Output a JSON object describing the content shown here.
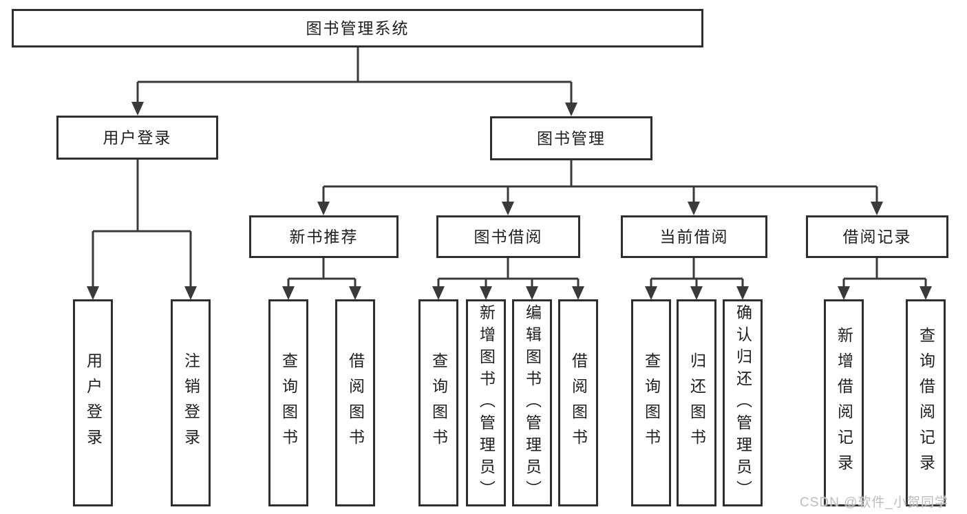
{
  "diagram": {
    "root": {
      "label": "图书管理系统"
    },
    "user_login": {
      "label": "用户登录",
      "children": [
        {
          "label": "用户登录"
        },
        {
          "label": "注销登录"
        }
      ]
    },
    "book_management": {
      "label": "图书管理",
      "sections": [
        {
          "label": "新书推荐",
          "children": [
            {
              "label": "查询图书"
            },
            {
              "label": "借阅图书"
            }
          ]
        },
        {
          "label": "图书借阅",
          "children": [
            {
              "label": "查询图书"
            },
            {
              "label": "新增图书（管理员）"
            },
            {
              "label": "编辑图书（管理员）"
            },
            {
              "label": "借阅图书"
            }
          ]
        },
        {
          "label": "当前借阅",
          "children": [
            {
              "label": "查询图书"
            },
            {
              "label": "归还图书"
            },
            {
              "label": "确认归还（管理员）"
            }
          ]
        },
        {
          "label": "借阅记录",
          "children": [
            {
              "label": "新增借阅记录"
            },
            {
              "label": "查询借阅记录"
            }
          ]
        }
      ]
    }
  },
  "watermark": {
    "text": "CSDN @软件_小贺同学"
  },
  "colors": {
    "line": "#3a3a3a",
    "border": "#2e2e2e",
    "text": "#1f1f1f",
    "background": "#ffffff",
    "watermark": "#bdbdbd"
  }
}
